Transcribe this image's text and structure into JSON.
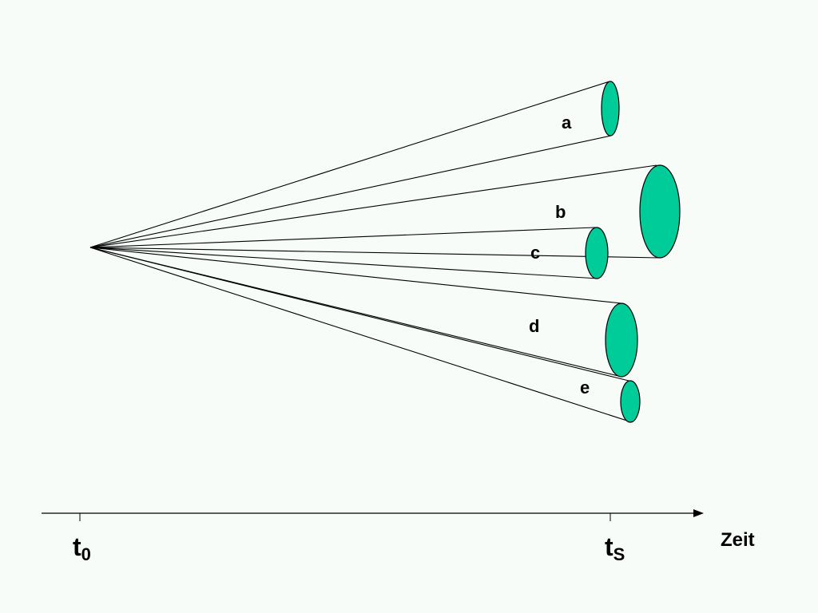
{
  "colors": {
    "background": "#f7fcf9",
    "cone_face": "#00cc99",
    "line": "#000000"
  },
  "cones": [
    {
      "label": "a"
    },
    {
      "label": "b"
    },
    {
      "label": "c"
    },
    {
      "label": "d"
    },
    {
      "label": "e"
    }
  ],
  "axis": {
    "start_label": "t",
    "start_sub": "0",
    "end_label": "t",
    "end_sub": "S",
    "axis_title": "Zeit"
  }
}
